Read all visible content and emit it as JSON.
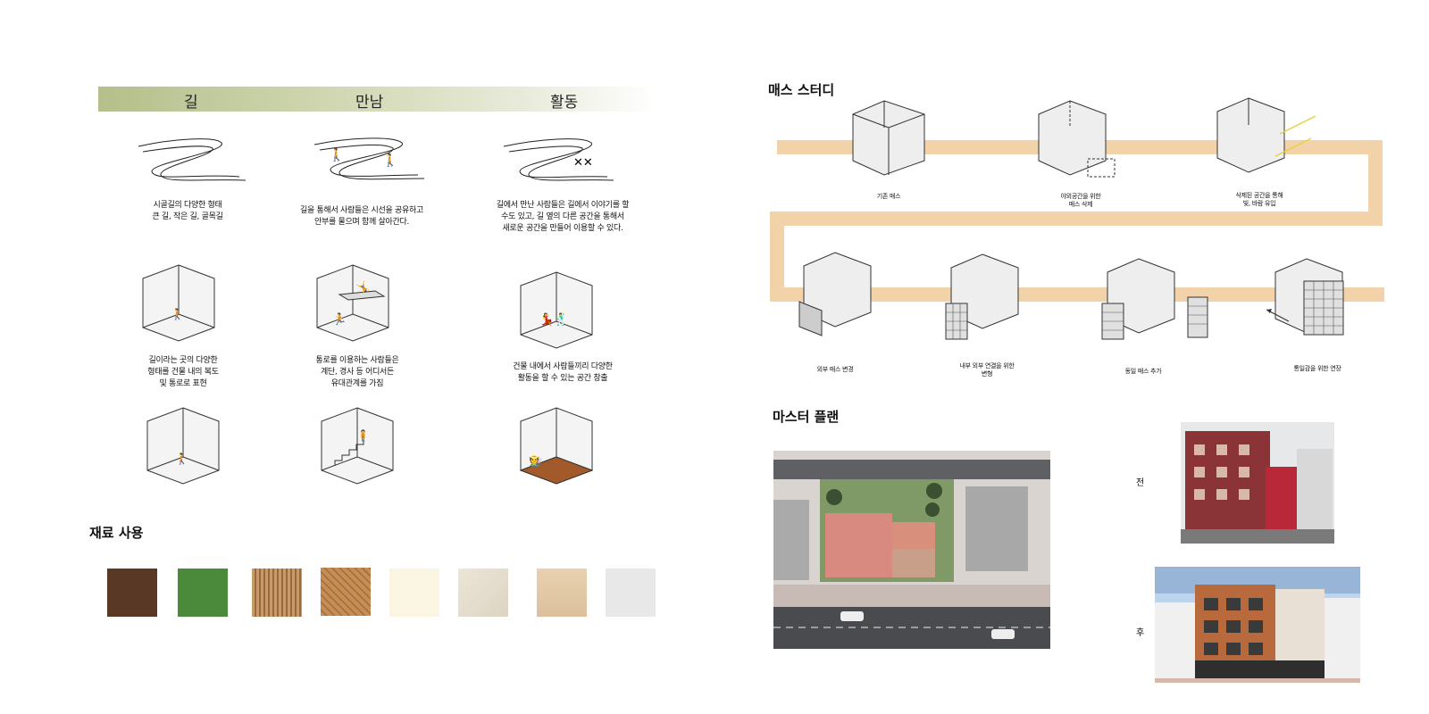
{
  "concept": {
    "headers": [
      "길",
      "만남",
      "활동"
    ],
    "row1": [
      {
        "lines": [
          "시골길의 다양한 형태",
          "큰 길, 작은 길, 골목길"
        ]
      },
      {
        "lines": [
          "길을 통해서 사람들은 시선을 공유하고",
          "안부를 물으며 함께 살아간다."
        ]
      },
      {
        "lines": [
          "길에서 만난 사람들은 길에서 이야기를 할",
          "수도 있고, 길 옆의 다른 공간을 통해서",
          "새로운 공간을 만들어 이용할 수 있다."
        ]
      }
    ],
    "row2": [
      {
        "lines": [
          "길이라는 곳의 다양한",
          "형태를 건물 내의 복도",
          "및 통로로 표현"
        ]
      },
      {
        "lines": [
          "통로를 이용하는 사람들은",
          "계단, 경사 등 어디서든",
          "유대관계를 가짐"
        ]
      },
      {
        "lines": [
          "건물 내에서 사람들끼리 다양한",
          "활동을 할 수 있는 공간 창출"
        ]
      }
    ]
  },
  "materials": {
    "title": "재료 사용",
    "swatches": [
      {
        "name": "soil",
        "color": "#5a3826"
      },
      {
        "name": "grass",
        "color": "#4a8a3a"
      },
      {
        "name": "wood-slats",
        "color": "#c69a6a"
      },
      {
        "name": "herringbone-wood",
        "color": "#c48e55"
      },
      {
        "name": "cream",
        "color": "#fbf5e4"
      },
      {
        "name": "light-wood",
        "color": "#e7e0d0"
      },
      {
        "name": "pale-wood",
        "color": "#e4cba9"
      },
      {
        "name": "white-stone",
        "color": "#e8e8e8"
      }
    ]
  },
  "mass_study": {
    "title": "매스 스터디",
    "path_color": "#f2d2a9",
    "steps": [
      {
        "lines": [
          "기존 매스"
        ]
      },
      {
        "lines": [
          "야외공간을 위한",
          "매스 삭제"
        ]
      },
      {
        "lines": [
          "삭제된 공간을 통해",
          "빛, 바람 유입"
        ]
      },
      {
        "lines": [
          "외부 매스 변경"
        ]
      },
      {
        "lines": [
          "내부 외부 연결을 위한",
          "변형"
        ]
      },
      {
        "lines": [
          "동일 매스 추가"
        ]
      },
      {
        "lines": [
          "통일감을 위한 연장"
        ]
      }
    ]
  },
  "master_plan": {
    "title": "마스터 플랜",
    "before_label": "전",
    "after_label": "후"
  }
}
